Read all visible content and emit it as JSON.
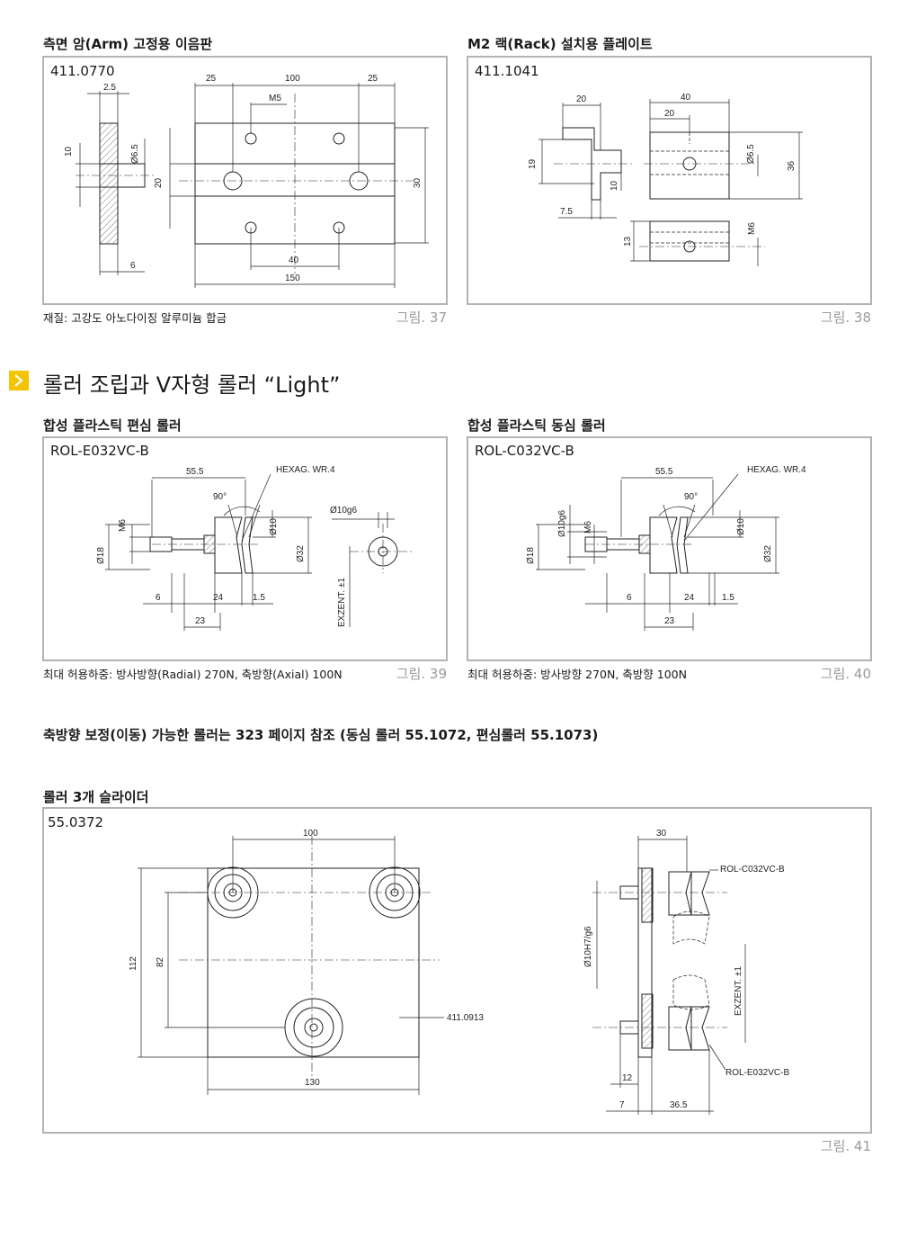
{
  "fig37": {
    "title": "측면 암(Arm) 고정용 이음판",
    "part_no": "411.0770",
    "caption": "재질: 고강도 아노다이징 알루미늄 합금",
    "fig_label": "그림. 37",
    "dims": {
      "d25a": "25",
      "d100": "100",
      "d25b": "25",
      "m5": "M5",
      "d20": "20",
      "d30": "30",
      "d40": "40",
      "d150": "150",
      "d2_5": "2.5",
      "d10": "10",
      "d6_5": "Ø6.5",
      "d6": "6"
    }
  },
  "fig38": {
    "title": "M2 랙(Rack) 설치용 플레이트",
    "part_no": "411.1041",
    "fig_label": "그림. 38",
    "dims": {
      "d20a": "20",
      "d19": "19",
      "d10": "10",
      "d7_5": "7.5",
      "d40": "40",
      "d20b": "20",
      "d6_5": "Ø6.5",
      "d36": "36",
      "d13": "13",
      "m6": "M6"
    }
  },
  "section": {
    "heading": "롤러 조립과 V자형 롤러 “Light”"
  },
  "fig39": {
    "title": "합성 플라스틱 편심 롤러",
    "part_no": "ROL-E032VC-B",
    "caption": "최대 허용하중: 방사방향(Radial) 270N, 축방향(Axial) 100N",
    "fig_label": "그림. 39",
    "dims": {
      "d55_5": "55.5",
      "hex": "HEXAG. WR.4",
      "deg": "90°",
      "m6": "M6",
      "d18": "Ø18",
      "d10": "Ø10",
      "d32": "Ø32",
      "d6": "6",
      "d24": "24",
      "d1_5": "1.5",
      "d23": "23",
      "d10g6": "Ø10g6",
      "exzent": "EXZENT. ±1"
    }
  },
  "fig40": {
    "title": "합성 플라스틱 동심 롤러",
    "part_no": "ROL-C032VC-B",
    "caption": "최대 허용하중: 방사방향 270N, 축방향 100N",
    "fig_label": "그림. 40",
    "dims": {
      "d55_5": "55.5",
      "hex": "HEXAG. WR.4",
      "deg": "90°",
      "d10g6": "Ø10g6",
      "m6": "M6",
      "d18": "Ø18",
      "d10": "Ø10",
      "d32": "Ø32",
      "d6": "6",
      "d24": "24",
      "d1_5": "1.5",
      "d23": "23"
    }
  },
  "note": "축방향 보정(이동) 가능한 롤러는 323 페이지 참조 (동심 롤러 55.1072, 편심롤러 55.1073)",
  "fig41": {
    "title": "롤러 3개 슬라이더",
    "part_no": "55.0372",
    "fig_label": "그림. 41",
    "dims": {
      "d100": "100",
      "d112": "112",
      "d82": "82",
      "d130": "130",
      "plate": "411.0913",
      "d30": "30",
      "rolc": "ROL-C032VC-B",
      "d10h7": "Ø10H7/g6",
      "exzent": "EXZENT. ±1",
      "role": "ROL-E032VC-B",
      "d12": "12",
      "d7": "7",
      "d36_5": "36.5"
    }
  }
}
